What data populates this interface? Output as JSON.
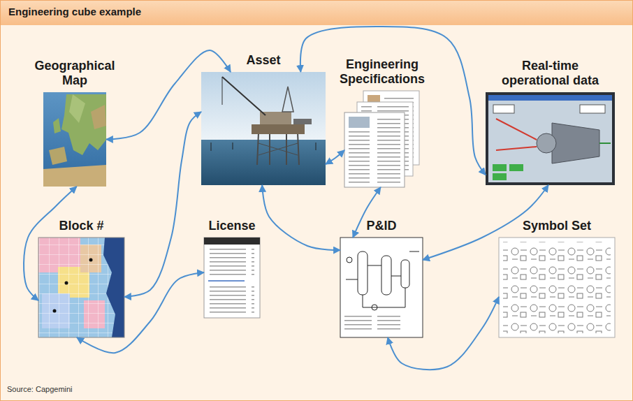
{
  "diagram": {
    "title": "Engineering cube example",
    "nodes": [
      {
        "text": [
          "Geographical Map"
        ]
      },
      {
        "text": [
          "Asset"
        ]
      },
      {
        "text": [
          "Engineering Specifications"
        ]
      },
      {
        "text": [
          "Real-time operational data"
        ]
      },
      {
        "text": [
          "Block #"
        ]
      },
      {
        "text": [
          "License"
        ]
      },
      {
        "text": [
          "P&ID"
        ]
      },
      {
        "text": [
          "Symbol Set"
        ]
      }
    ],
    "edges": [
      {
        "from": 0,
        "to": 1,
        "arrow": "both"
      },
      {
        "from": 1,
        "to": 3,
        "arrow": "both"
      },
      {
        "from": 1,
        "to": 2,
        "arrow": "both"
      },
      {
        "from": 1,
        "to": 6,
        "arrow": "both"
      },
      {
        "from": 2,
        "to": 6,
        "arrow": "both"
      },
      {
        "from": 3,
        "to": 6,
        "arrow": "both"
      },
      {
        "from": 0,
        "to": 4,
        "arrow": "both"
      },
      {
        "from": 4,
        "to": 1,
        "arrow": "both"
      },
      {
        "from": 5,
        "to": 4,
        "arrow": "both"
      },
      {
        "from": 6,
        "to": 7,
        "arrow": "both"
      }
    ],
    "labels": [
      "Source: Capgemini"
    ]
  }
}
